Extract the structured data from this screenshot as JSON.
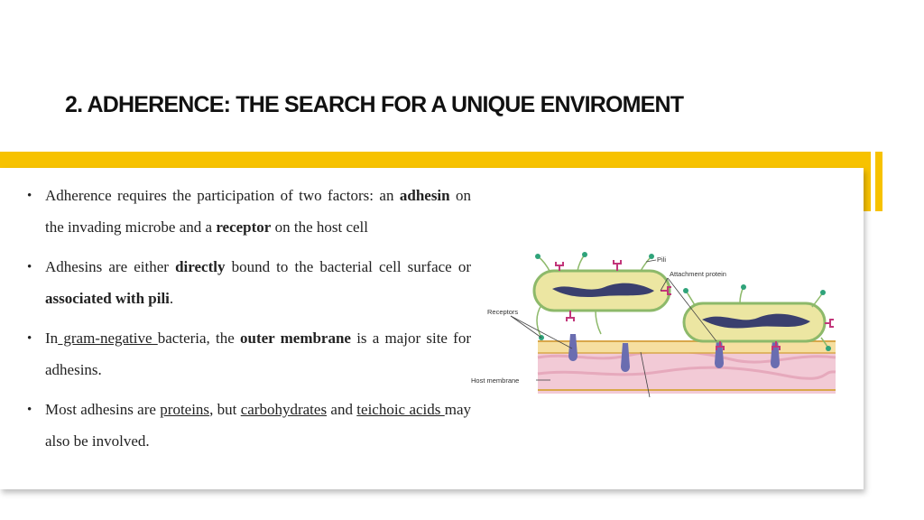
{
  "slide": {
    "title": "2. ADHERENCE: THE SEARCH FOR A UNIQUE ENVIROMENT",
    "accent_color": "#f7c200"
  },
  "bullets": [
    {
      "pre": "Adherence requires the participation of two factors: an ",
      "b1": "adhesin",
      "mid": " on the invading microbe and a ",
      "b2": "receptor",
      "post": " on the host cell"
    },
    {
      "pre": "Adhesins are either ",
      "b1": "directly",
      "mid": " bound to the bacterial cell surface or ",
      "b2": "associated with pili",
      "post": "."
    },
    {
      "pre": "In",
      "u1": " gram-negative ",
      "mid": "bacteria, the ",
      "b1": "outer membrane",
      "post": " is a major site for adhesins."
    },
    {
      "pre": "Most adhesins are ",
      "u1": "proteins",
      "mid1": ", but ",
      "u2": "carbohydrates",
      "mid2": " and ",
      "u3": "teichoic acids ",
      "post": "may also be involved."
    }
  ],
  "diagram": {
    "labels": {
      "pili": "Pili",
      "attachment": "Attachment protein",
      "receptors": "Receptors",
      "host_membrane": "Host membrane"
    }
  }
}
